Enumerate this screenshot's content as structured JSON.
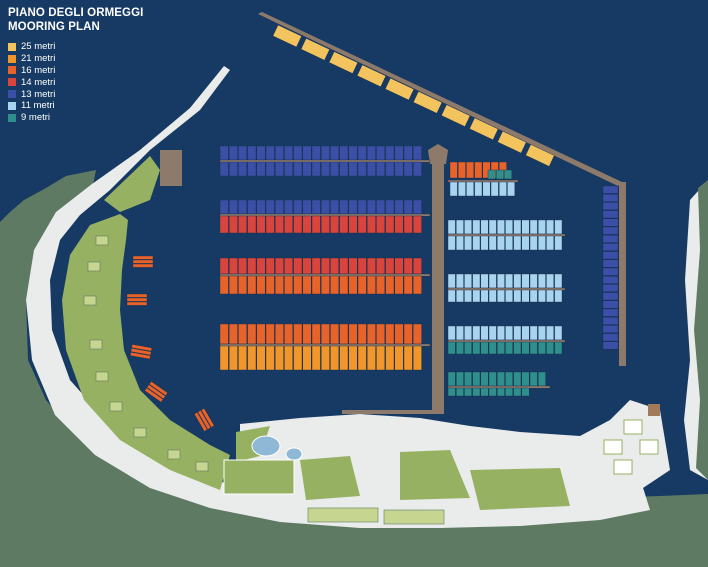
{
  "title_it": "PIANO DEGLI ORMEGGI",
  "title_en": "MOORING PLAN",
  "legend": [
    {
      "label": "25 metri",
      "color": "#f3c45e"
    },
    {
      "label": "21 metri",
      "color": "#f0962a"
    },
    {
      "label": "16 metri",
      "color": "#e8632a"
    },
    {
      "label": "14 metri",
      "color": "#d9443c"
    },
    {
      "label": "13 metri",
      "color": "#3b4fa6"
    },
    {
      "label": "11 metri",
      "color": "#a9d4ef"
    },
    {
      "label": "9 metri",
      "color": "#2f8f8c"
    }
  ],
  "colors": {
    "sea": "#163a63",
    "land": "#5f7a63",
    "grass": "#97b163",
    "quay": "#e9ecea",
    "pier": "#8e7a6a"
  }
}
